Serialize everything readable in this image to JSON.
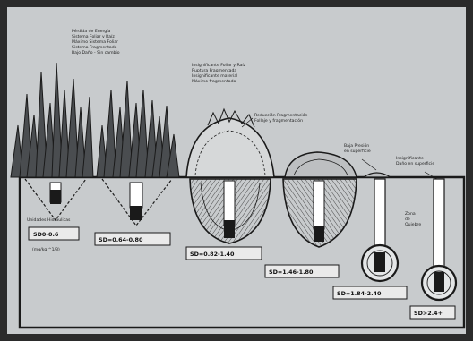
{
  "colors": {
    "background": "#2b2b2b",
    "paper": "#c8cbcd",
    "ink": "#1a1a1a",
    "label_box": "#eaeaea"
  },
  "top_notes": {
    "vegetation": [
      "Pérdida de Energía",
      "Sistema Foliar y Raíz",
      "Máximo Sistema Foliar",
      "Sistema Fragmentado",
      "Bajo Daño - Sin cambio"
    ],
    "degraded": [
      "Insignificante Foliar y Raíz",
      "Ruptura Fragmentada",
      "Insignificante material",
      "Máximo fragmentado"
    ],
    "reduction": [
      "Reducción Fragmentación",
      "Follaje y fragmentación"
    ],
    "low_surface": [
      "Baja Presión",
      "en superficie"
    ],
    "insignificant_surface": [
      "Insignificante",
      "Daño en superficie"
    ],
    "sand_zone": [
      "Zona",
      "de",
      "Quiebre"
    ]
  },
  "bottom_notes": {
    "hydraulic": "Unidades Hidráulicas",
    "units": "(mg/kg ^1/3)"
  },
  "sd_labels": [
    "SD0-0.6",
    "SD=0.64-0.80",
    "SD=0.82-1.40",
    "SD=1.46-1.80",
    "SD=1.84-2.40",
    "SD>2.4+"
  ]
}
